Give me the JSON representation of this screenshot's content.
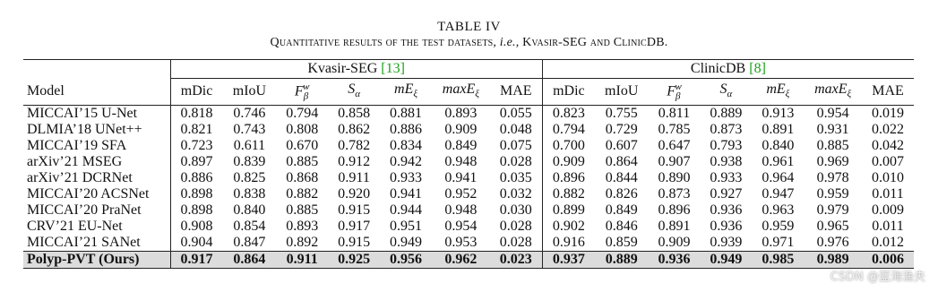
{
  "caption": {
    "label": "TABLE IV",
    "text_a": "Quantitative results of the test datasets, ",
    "text_ie": "i.e.",
    "text_b": ", Kvasir-SEG and ClinicDB."
  },
  "groups": [
    {
      "name": "Kvasir-SEG",
      "ref": "[13]"
    },
    {
      "name": "ClinicDB",
      "ref": "[8]"
    }
  ],
  "model_header": "Model",
  "metrics": [
    "mDic",
    "mIoU",
    "F_β^w",
    "S_α",
    "mE_ξ",
    "maxE_ξ",
    "MAE"
  ],
  "rows": [
    {
      "model": "MICCAI’15 U-Net",
      "kvasir": [
        "0.818",
        "0.746",
        "0.794",
        "0.858",
        "0.881",
        "0.893",
        "0.055"
      ],
      "clinic": [
        "0.823",
        "0.755",
        "0.811",
        "0.889",
        "0.913",
        "0.954",
        "0.019"
      ]
    },
    {
      "model": "DLMIA’18 UNet++",
      "kvasir": [
        "0.821",
        "0.743",
        "0.808",
        "0.862",
        "0.886",
        "0.909",
        "0.048"
      ],
      "clinic": [
        "0.794",
        "0.729",
        "0.785",
        "0.873",
        "0.891",
        "0.931",
        "0.022"
      ]
    },
    {
      "model": "MICCAI’19 SFA",
      "kvasir": [
        "0.723",
        "0.611",
        "0.670",
        "0.782",
        "0.834",
        "0.849",
        "0.075"
      ],
      "clinic": [
        "0.700",
        "0.607",
        "0.647",
        "0.793",
        "0.840",
        "0.885",
        "0.042"
      ]
    },
    {
      "model": "arXiv’21 MSEG",
      "kvasir": [
        "0.897",
        "0.839",
        "0.885",
        "0.912",
        "0.942",
        "0.948",
        "0.028"
      ],
      "clinic": [
        "0.909",
        "0.864",
        "0.907",
        "0.938",
        "0.961",
        "0.969",
        "0.007"
      ]
    },
    {
      "model": "arXiv’21 DCRNet",
      "kvasir": [
        "0.886",
        "0.825",
        "0.868",
        "0.911",
        "0.933",
        "0.941",
        "0.035"
      ],
      "clinic": [
        "0.896",
        "0.844",
        "0.890",
        "0.933",
        "0.964",
        "0.978",
        "0.010"
      ]
    },
    {
      "model": "MICCAI’20 ACSNet",
      "kvasir": [
        "0.898",
        "0.838",
        "0.882",
        "0.920",
        "0.941",
        "0.952",
        "0.032"
      ],
      "clinic": [
        "0.882",
        "0.826",
        "0.873",
        "0.927",
        "0.947",
        "0.959",
        "0.011"
      ]
    },
    {
      "model": "MICCAI’20 PraNet",
      "kvasir": [
        "0.898",
        "0.840",
        "0.885",
        "0.915",
        "0.944",
        "0.948",
        "0.030"
      ],
      "clinic": [
        "0.899",
        "0.849",
        "0.896",
        "0.936",
        "0.963",
        "0.979",
        "0.009"
      ]
    },
    {
      "model": "CRV’21 EU-Net",
      "kvasir": [
        "0.908",
        "0.854",
        "0.893",
        "0.917",
        "0.951",
        "0.954",
        "0.028"
      ],
      "clinic": [
        "0.902",
        "0.846",
        "0.891",
        "0.936",
        "0.959",
        "0.965",
        "0.011"
      ]
    },
    {
      "model": "MICCAI’21 SANet",
      "kvasir": [
        "0.904",
        "0.847",
        "0.892",
        "0.915",
        "0.949",
        "0.953",
        "0.028"
      ],
      "clinic": [
        "0.916",
        "0.859",
        "0.909",
        "0.939",
        "0.971",
        "0.976",
        "0.012"
      ]
    }
  ],
  "ours": {
    "model": "Polyp-PVT (Ours)",
    "kvasir": [
      "0.917",
      "0.864",
      "0.911",
      "0.925",
      "0.956",
      "0.962",
      "0.023"
    ],
    "clinic": [
      "0.937",
      "0.889",
      "0.936",
      "0.949",
      "0.985",
      "0.989",
      "0.006"
    ]
  },
  "watermark": "CSDN @蓝海渔夫"
}
